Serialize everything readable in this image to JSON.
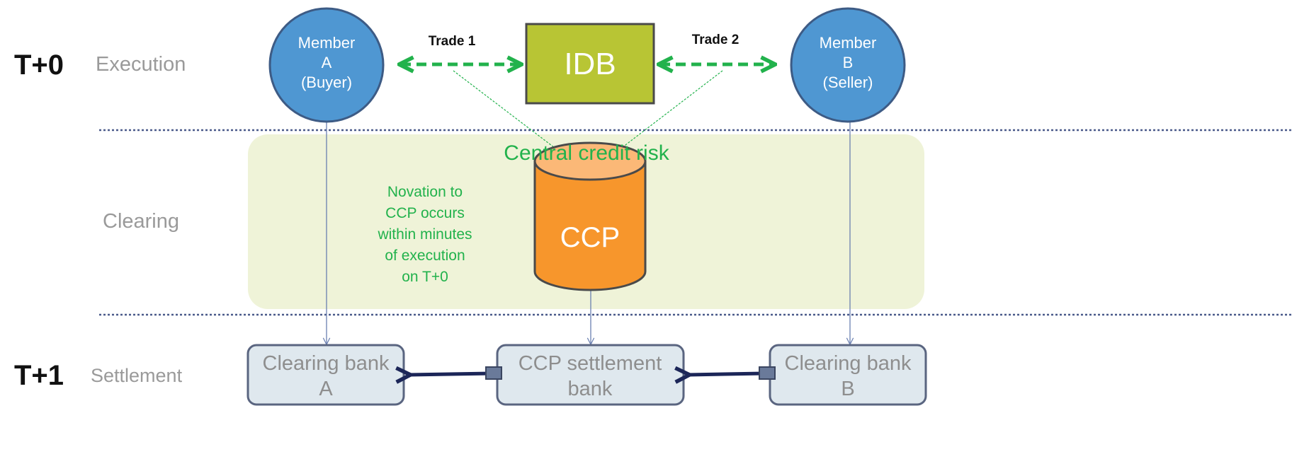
{
  "timeline": {
    "t0": "T+0",
    "t1": "T+1"
  },
  "stages": {
    "execution": "Execution",
    "clearing": "Clearing",
    "settlement": "Settlement"
  },
  "member_a": {
    "lines": [
      "Member",
      "A",
      "(Buyer)"
    ]
  },
  "member_b": {
    "lines": [
      "Member",
      "B",
      "(Seller)"
    ]
  },
  "idb": {
    "label": "IDB"
  },
  "trades": {
    "trade1": "Trade 1",
    "trade2": "Trade 2"
  },
  "ccp": {
    "label": "CCP",
    "central_credit_risk": "Central credit risk"
  },
  "novation_note": {
    "lines": [
      "Novation to",
      "CCP occurs",
      "within minutes",
      "of execution",
      "on T+0"
    ]
  },
  "banks": {
    "clearing_a": [
      "Clearing bank",
      "A"
    ],
    "ccp_settlement": [
      "CCP settlement",
      "bank"
    ],
    "clearing_b": [
      "Clearing bank",
      "B"
    ]
  },
  "colors": {
    "member_fill": "#4f97d2",
    "member_stroke": "#3d5b85",
    "idb_fill": "#b8c534",
    "ccp_fill": "#f7962c",
    "ccp_top": "#fbb877",
    "clearing_band": "#eff3d8",
    "bank_fill": "#dfe8ee",
    "bank_stroke": "#5a6580",
    "accent_green": "#22b24c",
    "dark_arrow": "#1c2658"
  }
}
